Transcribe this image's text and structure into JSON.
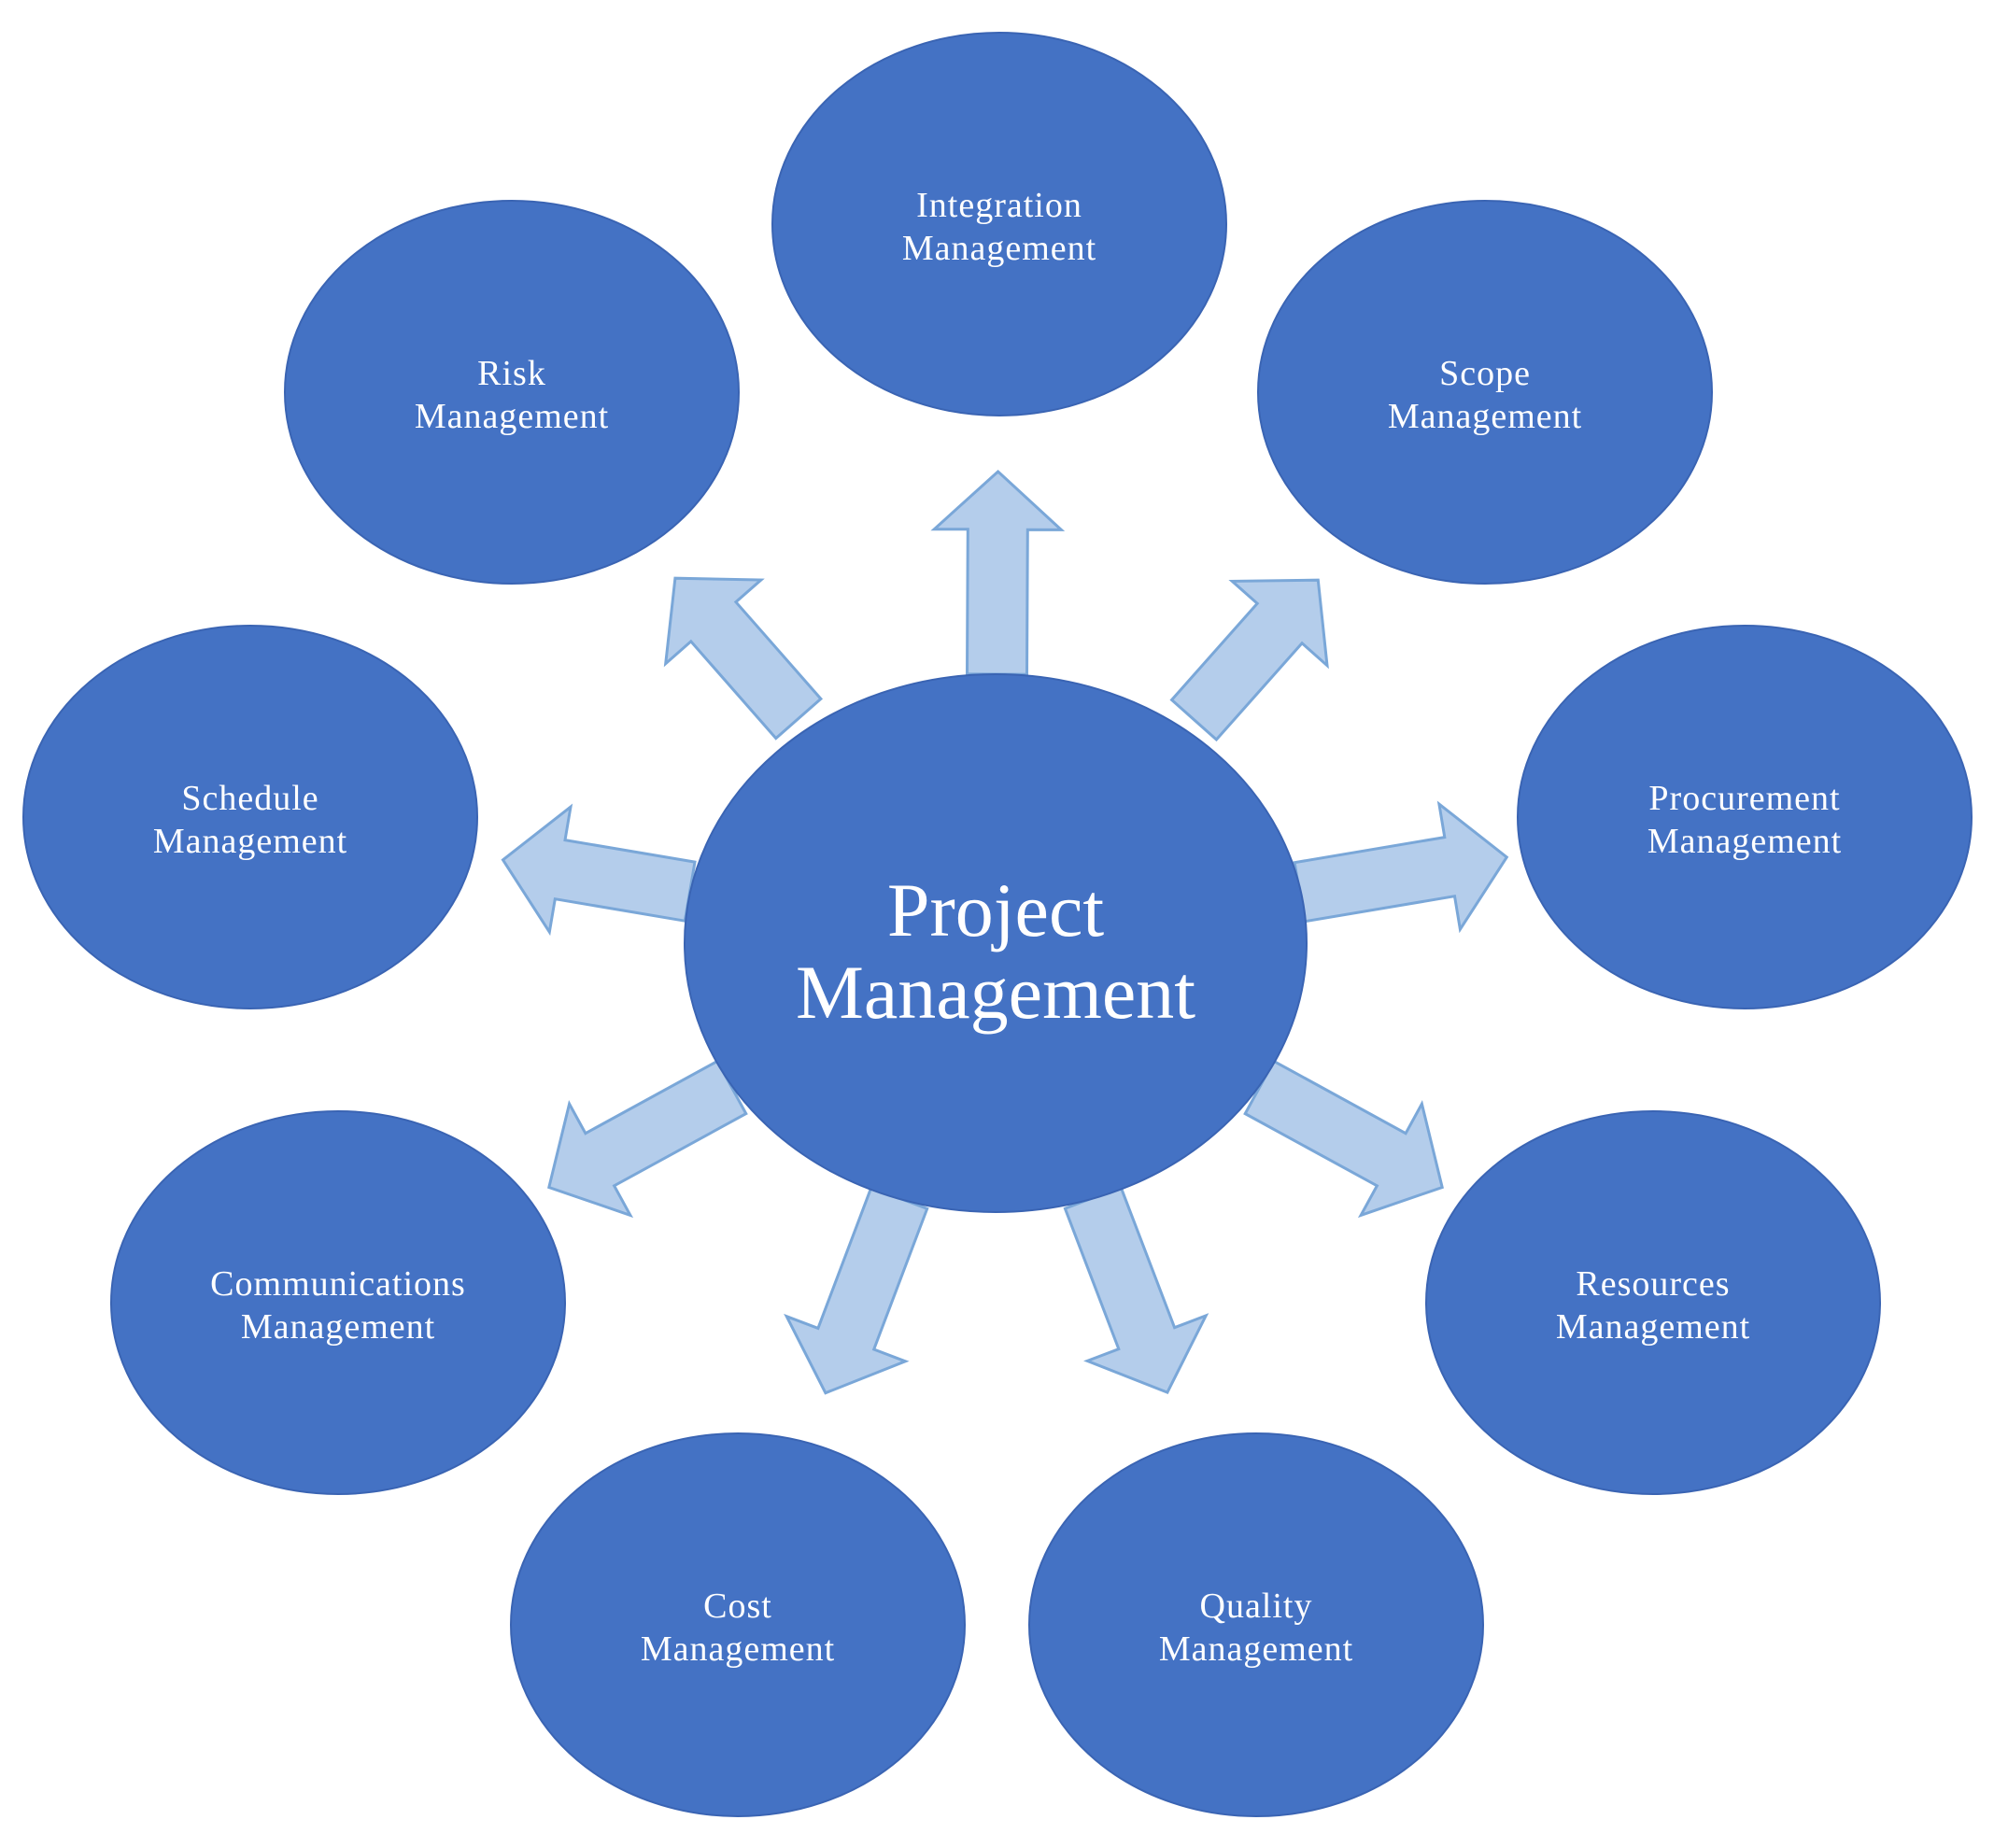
{
  "center": {
    "line1": "Project",
    "line2": "Management"
  },
  "nodes": [
    {
      "id": "integration",
      "line1": "Integration",
      "line2": "Management"
    },
    {
      "id": "scope",
      "line1": "Scope",
      "line2": "Management"
    },
    {
      "id": "procurement",
      "line1": "Procurement",
      "line2": "Management"
    },
    {
      "id": "resources",
      "line1": "Resources",
      "line2": "Management"
    },
    {
      "id": "quality",
      "line1": "Quality",
      "line2": "Management"
    },
    {
      "id": "cost",
      "line1": "Cost",
      "line2": "Management"
    },
    {
      "id": "communications",
      "line1": "Communications",
      "line2": "Management"
    },
    {
      "id": "schedule",
      "line1": "Schedule",
      "line2": "Management"
    },
    {
      "id": "risk",
      "line1": "Risk",
      "line2": "Management"
    }
  ],
  "colors": {
    "node_fill": "#4472c4",
    "arrow_fill": "#b4cdeb",
    "arrow_stroke": "#7aa7d8",
    "background": "#ffffff"
  }
}
